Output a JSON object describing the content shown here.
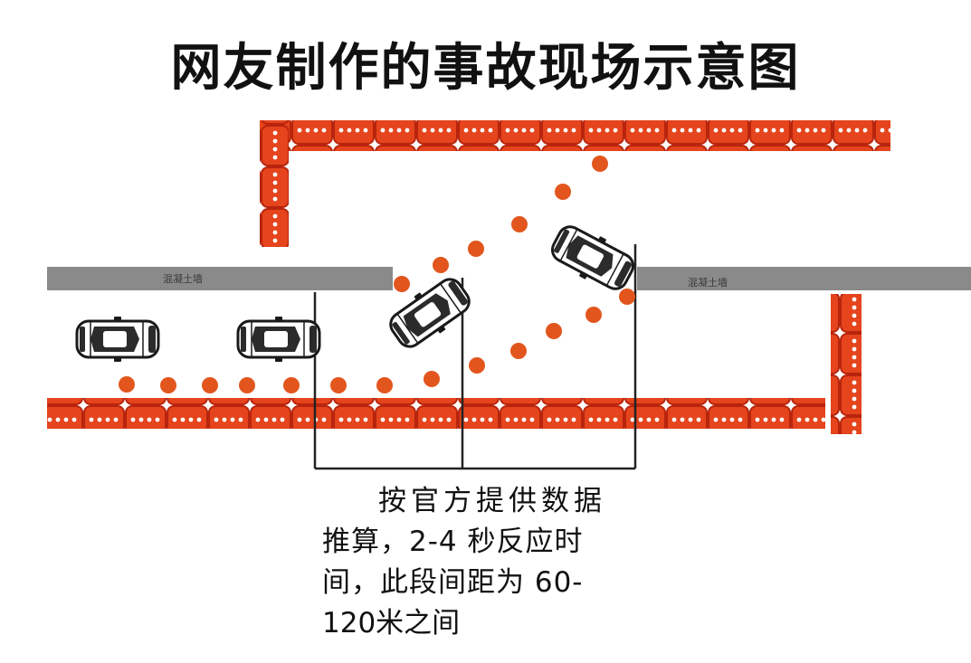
{
  "title": "网友制作的事故现场示意图",
  "wall_left_label": "混凝土墙",
  "wall_right_label": "混凝土墙",
  "note_lines": [
    "按官方提供数据",
    "推算，2-4 秒反应时",
    "间，此段间距为 60-",
    "120米之间"
  ],
  "colors": {
    "barrier": "#e5441c",
    "barrier_dark": "#b8240c",
    "trajectory_dot": "#e2561e",
    "wall": "#8a8a8a",
    "marker_line": "#222222"
  }
}
